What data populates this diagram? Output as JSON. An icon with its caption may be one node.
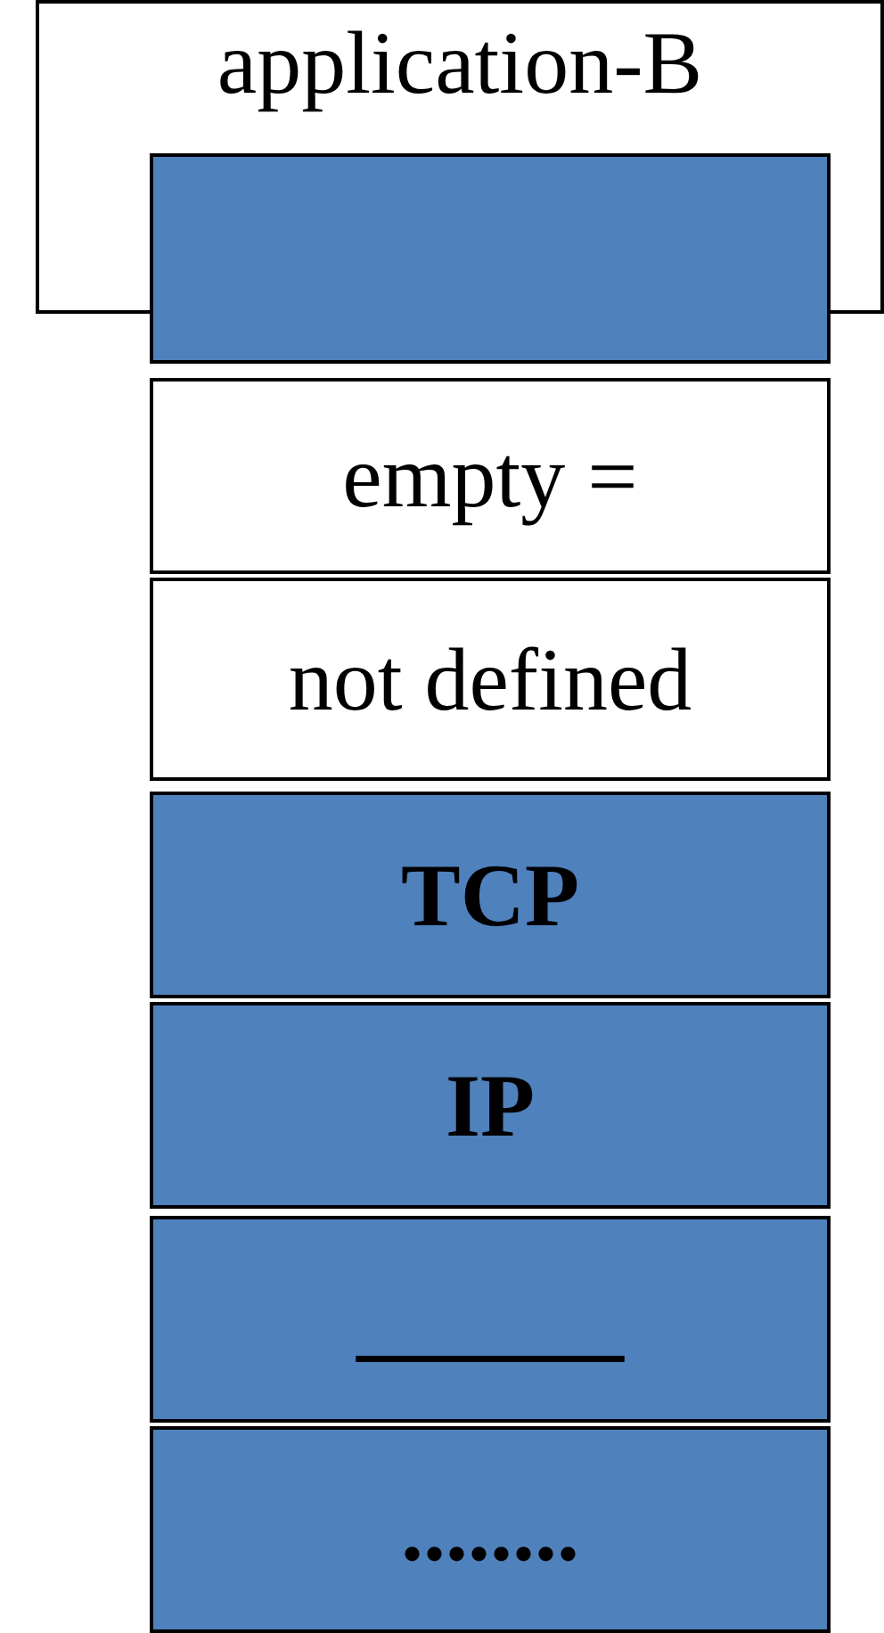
{
  "diagram": {
    "nodes": [
      {
        "text": [
          "application-B"
        ]
      },
      {
        "text": [],
        "shape": "box"
      },
      {
        "text": [
          "empty ="
        ]
      },
      {
        "text": [
          "not defined"
        ]
      },
      {
        "text": [
          "TCP"
        ]
      },
      {
        "text": [
          "IP"
        ]
      },
      {
        "text": [
          "______"
        ]
      },
      {
        "text": [
          "........"
        ]
      }
    ]
  }
}
